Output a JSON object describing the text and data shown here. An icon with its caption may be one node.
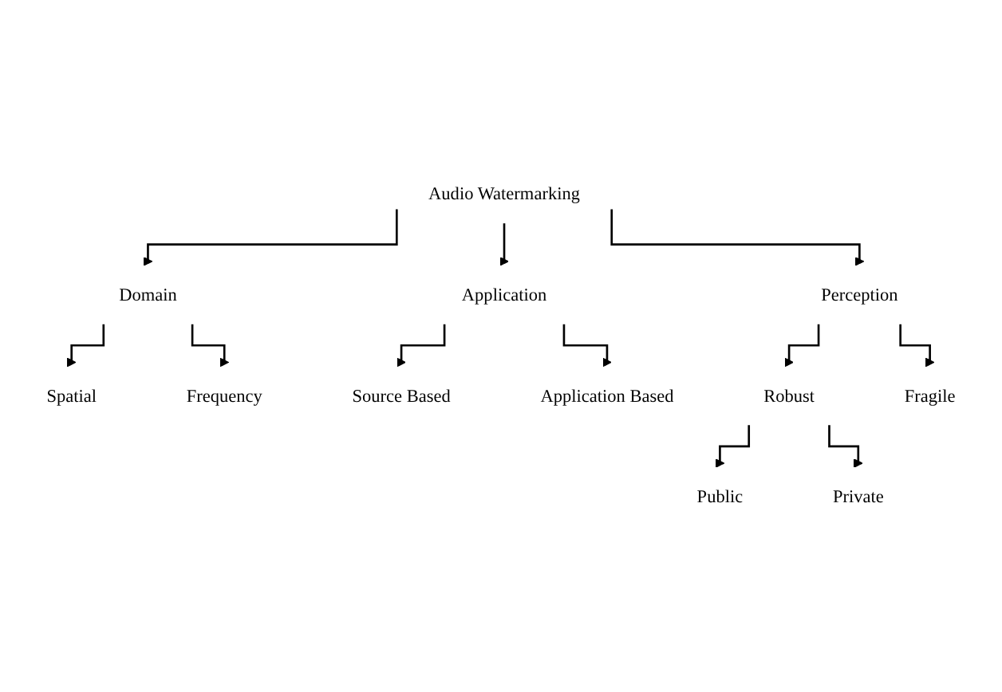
{
  "diagram": {
    "nodes": [
      {
        "text": [
          "Audio Watermarking"
        ]
      },
      {
        "text": [
          "Domain"
        ]
      },
      {
        "text": [
          "Perception"
        ]
      },
      {
        "text": [
          "Application"
        ]
      },
      {
        "text": [
          "Spatial"
        ]
      },
      {
        "text": [
          "Frequency"
        ]
      },
      {
        "text": [
          "Source Based"
        ]
      },
      {
        "text": [
          "Application Based"
        ]
      },
      {
        "text": [
          "Robust"
        ]
      },
      {
        "text": [
          "Fragile"
        ]
      },
      {
        "text": [
          "Public"
        ]
      },
      {
        "text": [
          "Private"
        ]
      }
    ],
    "edges": [
      {
        "from": 0,
        "to": 1,
        "arrow": "to"
      },
      {
        "from": 0,
        "to": 2,
        "arrow": "to"
      },
      {
        "from": 0,
        "to": 3,
        "arrow": "to"
      },
      {
        "from": 1,
        "to": 4,
        "arrow": "to"
      },
      {
        "from": 1,
        "to": 5,
        "arrow": "to"
      },
      {
        "from": 3,
        "to": 6,
        "arrow": "to"
      },
      {
        "from": 3,
        "to": 7,
        "arrow": "to"
      },
      {
        "from": 2,
        "to": 8,
        "arrow": "to"
      },
      {
        "from": 2,
        "to": 9,
        "arrow": "to"
      },
      {
        "from": 8,
        "to": 10,
        "arrow": "to"
      },
      {
        "from": 8,
        "to": 11,
        "arrow": "to"
      }
    ]
  }
}
